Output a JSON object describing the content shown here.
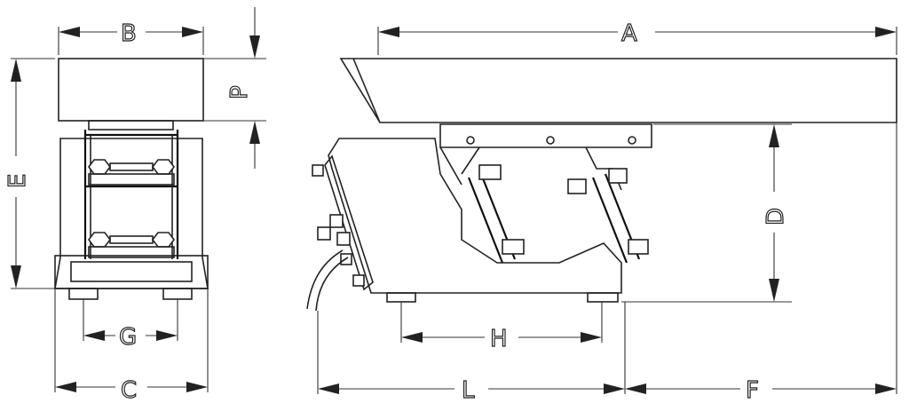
{
  "dimension_labels": {
    "A": "A",
    "B": "B",
    "C": "C",
    "D": "D",
    "E": "E",
    "F": "F",
    "G": "G",
    "H": "H",
    "L": "L",
    "P": "P"
  },
  "colors": {
    "line": "#222222",
    "background": "#ffffff"
  }
}
